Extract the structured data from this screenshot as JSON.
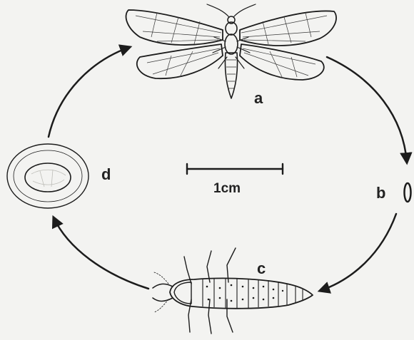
{
  "diagram": {
    "stages": {
      "a": "a",
      "b": "b",
      "c": "c",
      "d": "d"
    },
    "scale_bar": {
      "label": "1cm"
    },
    "colors": {
      "background": "#f3f3f1",
      "ink": "#1c1c1c"
    }
  }
}
